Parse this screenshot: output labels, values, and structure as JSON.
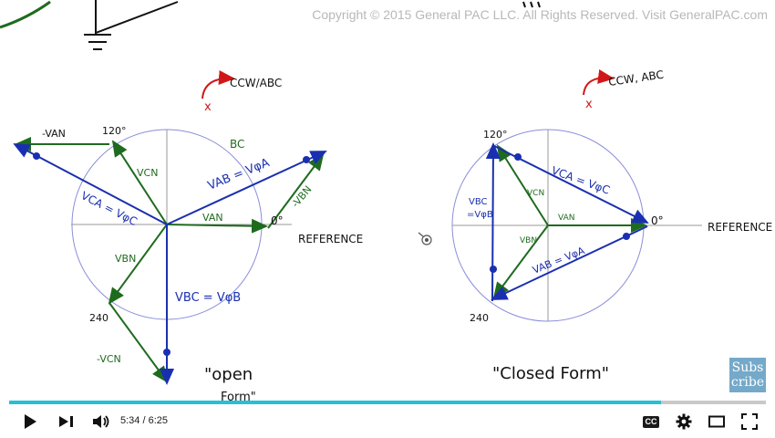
{
  "video": {
    "copyright": "Copyright © 2015 General PAC LLC. All Rights Reserved. Visit GeneralPAC.com",
    "subscribe_line1": "Subs",
    "subscribe_line2": "cribe",
    "progress_fraction": 0.862
  },
  "left_diagram": {
    "rotation_label": "CCW/ABC",
    "x_mark": "x",
    "neg_van": "-VAN",
    "label_120": "120°",
    "bc": "BC",
    "vcn": "VCN",
    "vab_eq": "VAB = VφA",
    "vca_eq": "VCA = VφC",
    "neg_vbn": "-VBN",
    "van": "VAN",
    "zero_deg": "0°",
    "reference": "REFERENCE",
    "vbn": "VBN",
    "vbc_eq": "VBC = VφB",
    "label_240": "240",
    "neg_vcn": "-VCN",
    "caption": "\"open",
    "caption2": "Form\""
  },
  "right_diagram": {
    "rotation_label": "CCW, ABC",
    "x_mark": "x",
    "label_120": "120°",
    "vca_eq": "VCA = VφC",
    "vbc_line1": "VBC",
    "vbc_line2": "=VφB",
    "vcn": "VCN",
    "van": "VAN",
    "vbn": "VBN",
    "vab_eq": "VAB = VφA",
    "zero_deg": "0°",
    "reference": "REFERENCE",
    "label_240": "240",
    "caption": "\"Closed Form\""
  },
  "controls": {
    "time_display": "5:34 / 6:25"
  },
  "colors": {
    "blue": "#1a2fb0",
    "green": "#1e6b1e",
    "red": "#d01818",
    "circle": "#8a8ed8",
    "progress": "#24c1d6"
  },
  "icons": [
    "play-icon",
    "next-icon",
    "volume-icon",
    "cc-icon",
    "settings-icon",
    "theater-icon",
    "fullscreen-icon",
    "cursor-icon"
  ]
}
